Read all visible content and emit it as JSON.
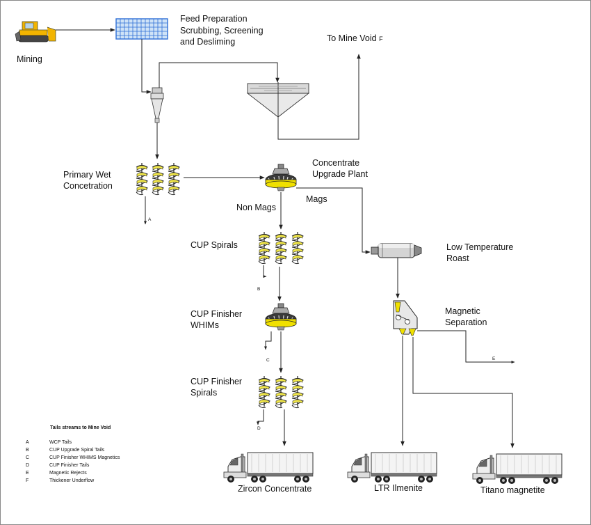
{
  "labels": {
    "mining": "Mining",
    "feed_prep_1": "Feed Preparation",
    "feed_prep_2": "Scrubbing, Screening",
    "feed_prep_3": "and Desliming",
    "to_mine_void": "To Mine Void",
    "to_mine_void_code": "F",
    "primary_wet_1": "Primary Wet",
    "primary_wet_2": "Concetration",
    "cup_1": "Concentrate",
    "cup_2": "Upgrade Plant",
    "non_mags": "Non Mags",
    "mags": "Mags",
    "cup_spirals": "CUP Spirals",
    "cup_whims_1": "CUP Finisher",
    "cup_whims_2": "WHIMs",
    "cup_fin_spirals_1": "CUP Finisher",
    "cup_fin_spirals_2": "Spirals",
    "ltr_1": "Low Temperature",
    "ltr_2": "Roast",
    "magsep_1": "Magnetic",
    "magsep_2": "Separation",
    "zircon": "Zircon Concentrate",
    "ltr_ilmenite": "LTR Ilmenite",
    "titano": "Titano magnetite"
  },
  "stream_codes": {
    "a": "A",
    "b": "B",
    "c": "C",
    "d": "D",
    "e": "E"
  },
  "legend": {
    "title": "Tails streams to Mine Void",
    "rows": [
      {
        "code": "A",
        "text": "WCP Tails"
      },
      {
        "code": "B",
        "text": "CUP Upgrade Spiral Tails"
      },
      {
        "code": "C",
        "text": "CUP Finisher WHIMS Magnetics"
      },
      {
        "code": "D",
        "text": "CUP Finisher Tails"
      },
      {
        "code": "E",
        "text": "Magnetic Rejects"
      },
      {
        "code": "F",
        "text": "Thickener Underflow"
      }
    ]
  },
  "colors": {
    "spiral": "#f2e84a",
    "magnet": "#f0e000",
    "screen": "#2f6fd6",
    "bulldozer": "#f2b400",
    "line": "#222222"
  }
}
